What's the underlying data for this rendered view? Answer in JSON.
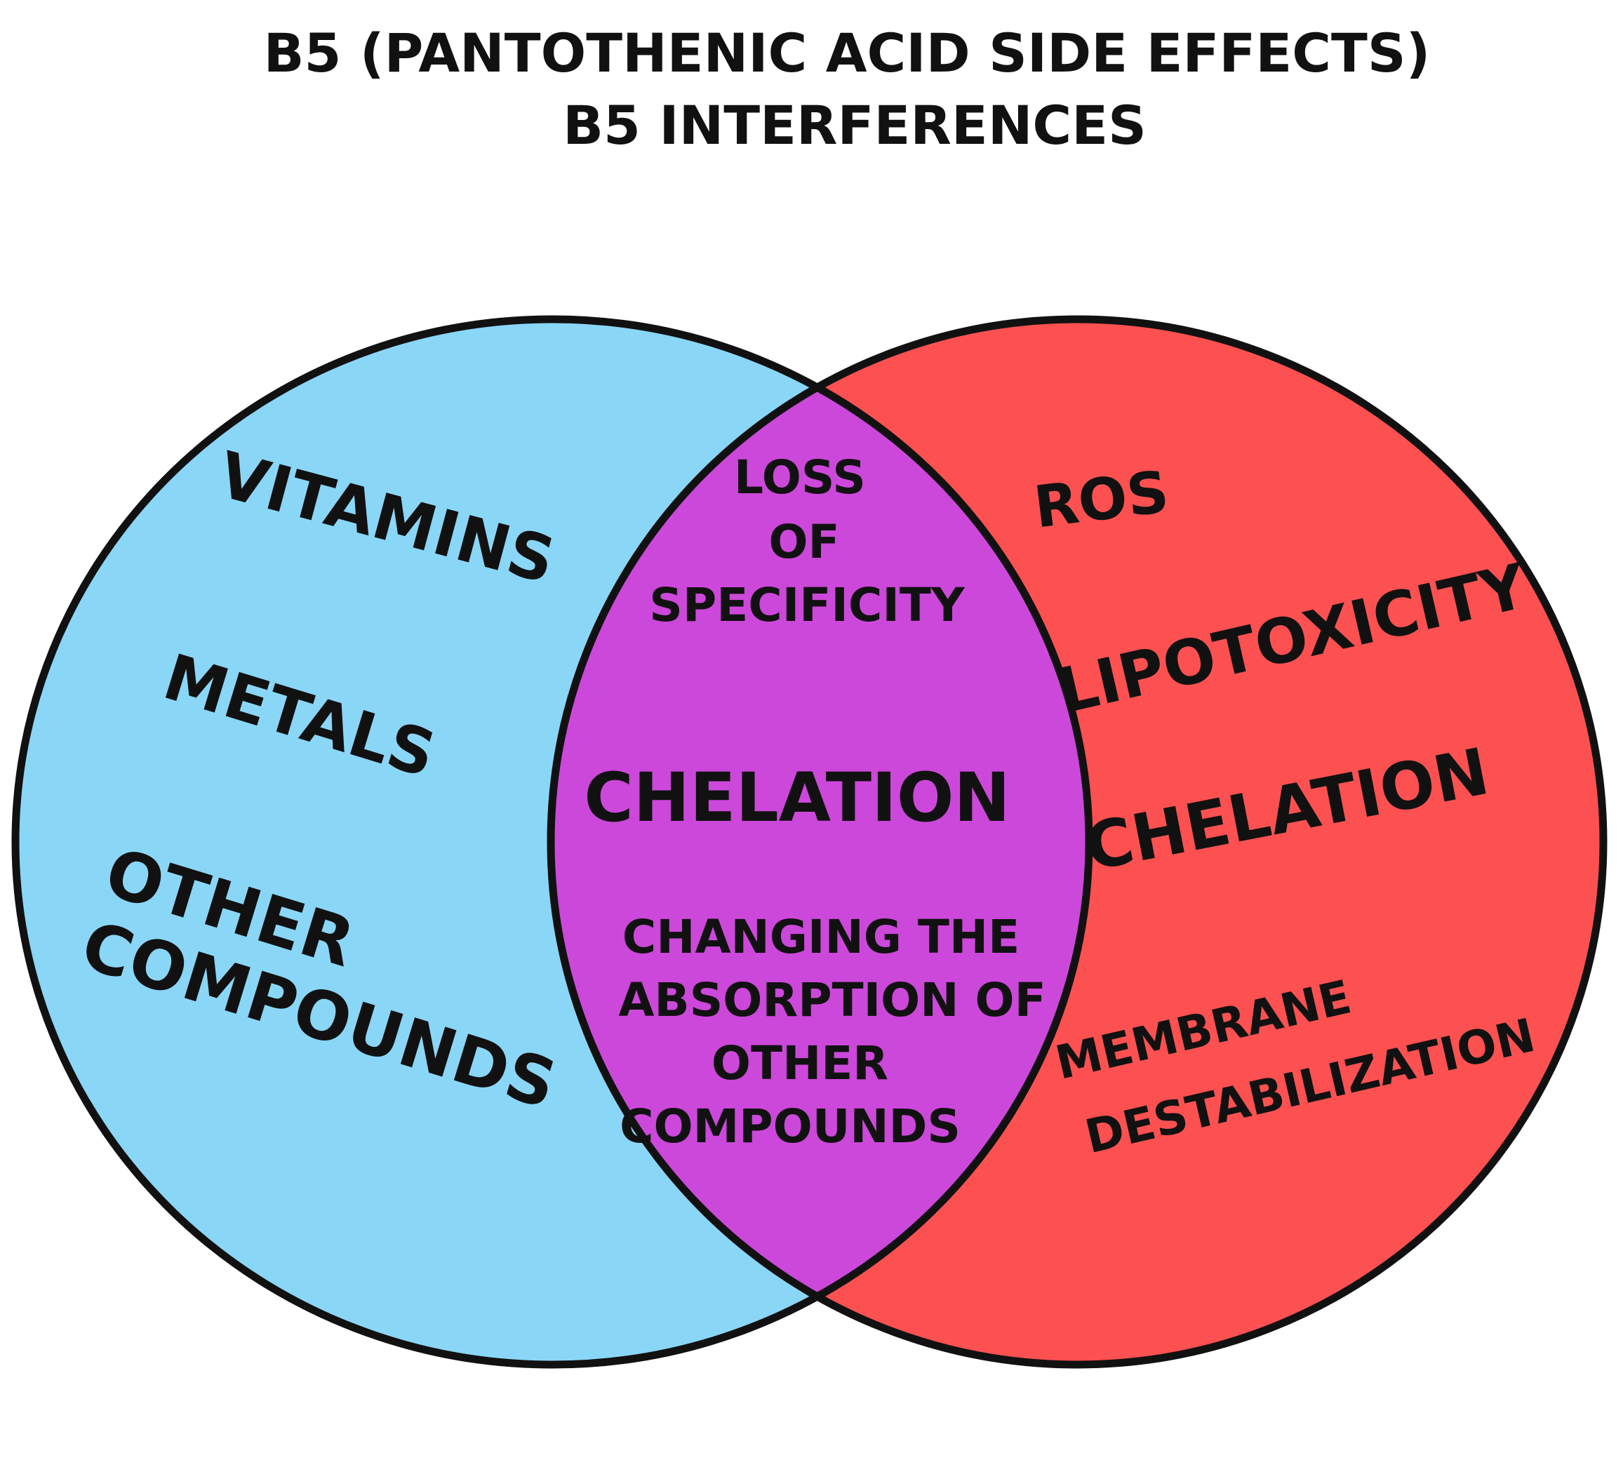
{
  "title": {
    "line1": "B5 (PANTOTHENIC ACID SIDE EFFECTS)",
    "line2": "B5 INTERFERENCES"
  },
  "colors": {
    "left_circle": "#8ad6f7",
    "right_circle": "#fd5151",
    "overlap": "#cc48da",
    "outline": "#111111"
  },
  "left": {
    "vitamins": "VITAMINS",
    "metals": "METALS",
    "other": "OTHER",
    "compounds": "COMPOUNDS"
  },
  "center": {
    "loss": "LOSS",
    "of": "OF",
    "specificity": "SPECIFICITY",
    "chelation": "CHELATION",
    "changing": "CHANGING THE",
    "absorption": "ABSORPTION OF",
    "other": "OTHER",
    "compounds": "COMPOUNDS"
  },
  "right": {
    "ros": "ROS",
    "lipotoxicity": "LIPOTOXICITY",
    "chelation": "CHELATION",
    "membrane": "MEMBRANE",
    "destabilization": "DESTABILIZATION"
  }
}
